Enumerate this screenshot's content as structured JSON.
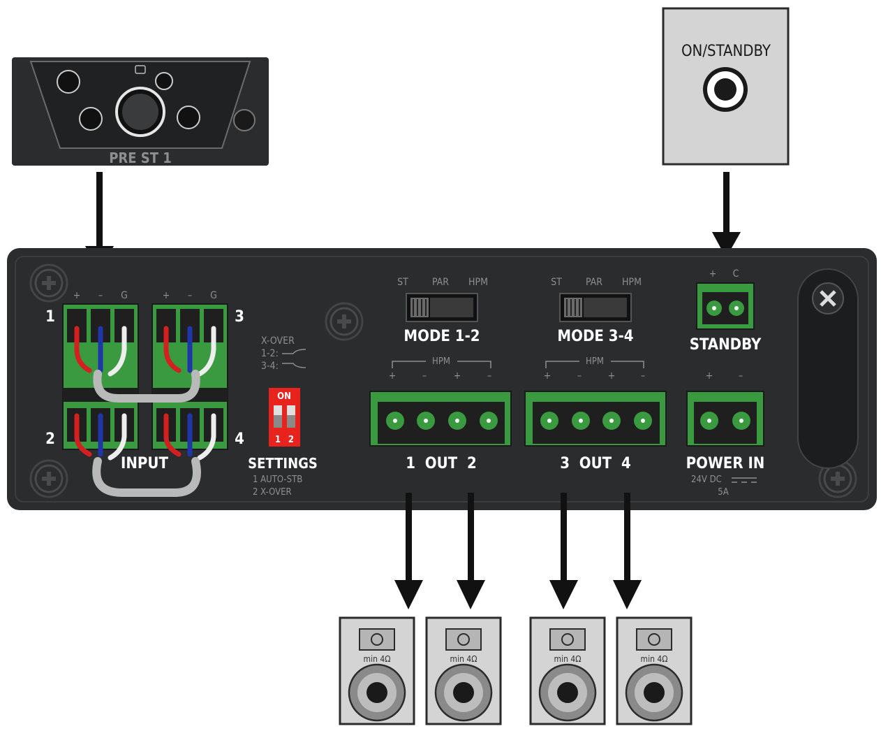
{
  "colors": {
    "chassis": "#2b2c2e",
    "terminal_green": "#3a9a3f",
    "dip_red": "#e8221d",
    "panel_gray": "#d4d4d4",
    "label_gray": "#8e8f91",
    "label_white": "#ffffff",
    "wire_red": "#d42020",
    "wire_blue": "#2035a8",
    "cable_gray": "#b9b9b9"
  },
  "remote": {
    "name": "PRE ST 1",
    "icon": "wall-remote-panel"
  },
  "standby_box": {
    "label": "ON/STANDBY",
    "icon": "rca-jack"
  },
  "rear_panel": {
    "input": {
      "label": "INPUT",
      "channels": [
        "1",
        "2",
        "3",
        "4"
      ],
      "pins": [
        "+",
        "–",
        "G"
      ]
    },
    "xover": {
      "title": "X-OVER",
      "line1": "1-2:",
      "line2": "3-4:"
    },
    "settings": {
      "dip_on": "ON",
      "dip_nums": [
        "1",
        "2"
      ],
      "label": "SETTINGS",
      "line1": "1  AUTO-STB",
      "line2": "2  X-OVER"
    },
    "mode_12": {
      "positions": [
        "ST",
        "PAR",
        "HPM"
      ],
      "label": "MODE 1-2"
    },
    "mode_34": {
      "positions": [
        "ST",
        "PAR",
        "HPM"
      ],
      "label": "MODE 3-4"
    },
    "hpm": "HPM",
    "out_pins": [
      "+",
      "–",
      "+",
      "–"
    ],
    "out_12": "1  OUT  2",
    "out_34": "3  OUT  4",
    "standby": {
      "pins": [
        "+",
        "C"
      ],
      "label": "STANDBY"
    },
    "power": {
      "pins": [
        "+",
        "–"
      ],
      "label": "POWER IN",
      "spec1": "24V DC",
      "spec2": "5A"
    }
  },
  "speakers": [
    {
      "label": "min 4Ω",
      "icon": "speaker-icon"
    },
    {
      "label": "min 4Ω",
      "icon": "speaker-icon"
    },
    {
      "label": "min 4Ω",
      "icon": "speaker-icon"
    },
    {
      "label": "min 4Ω",
      "icon": "speaker-icon"
    }
  ]
}
